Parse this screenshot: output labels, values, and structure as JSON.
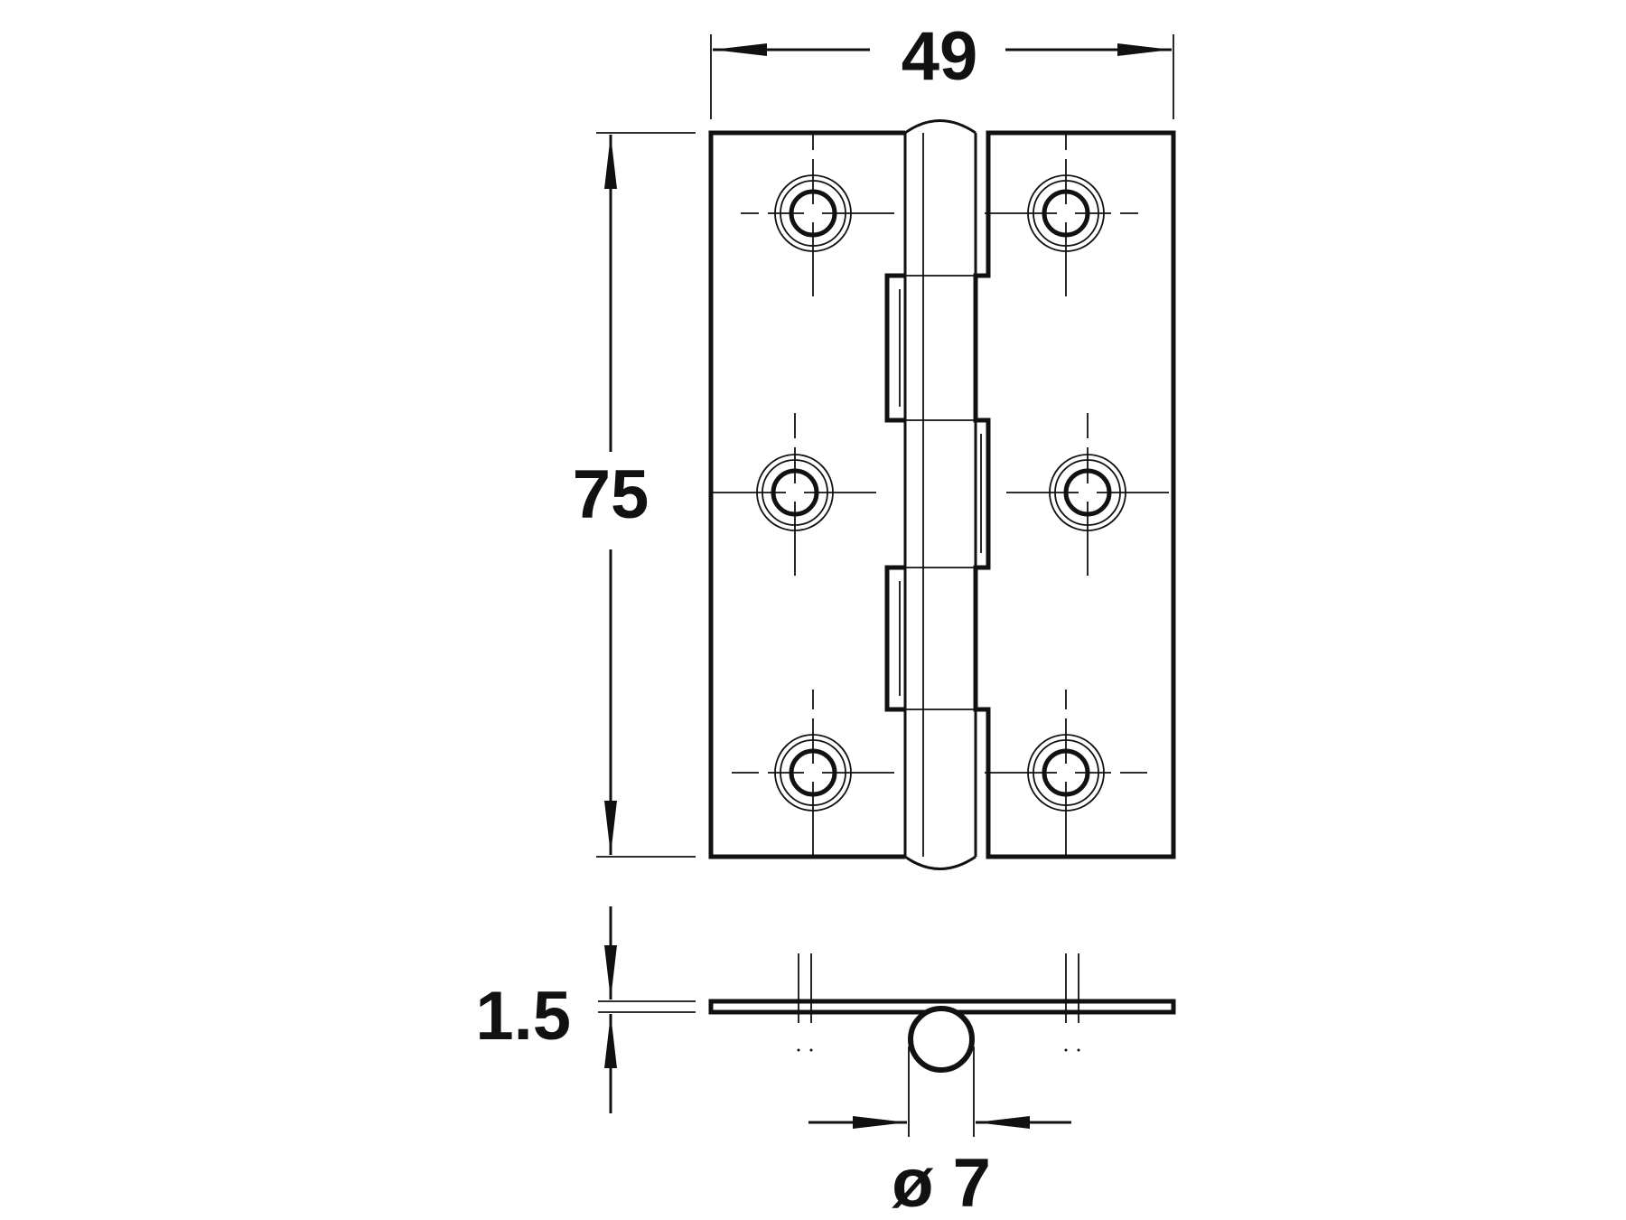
{
  "dimensions": {
    "width": "49",
    "height": "75",
    "thickness": "1.5",
    "pin_diameter": "ø 7"
  },
  "colors": {
    "line": "#111111",
    "background": "#ffffff"
  }
}
